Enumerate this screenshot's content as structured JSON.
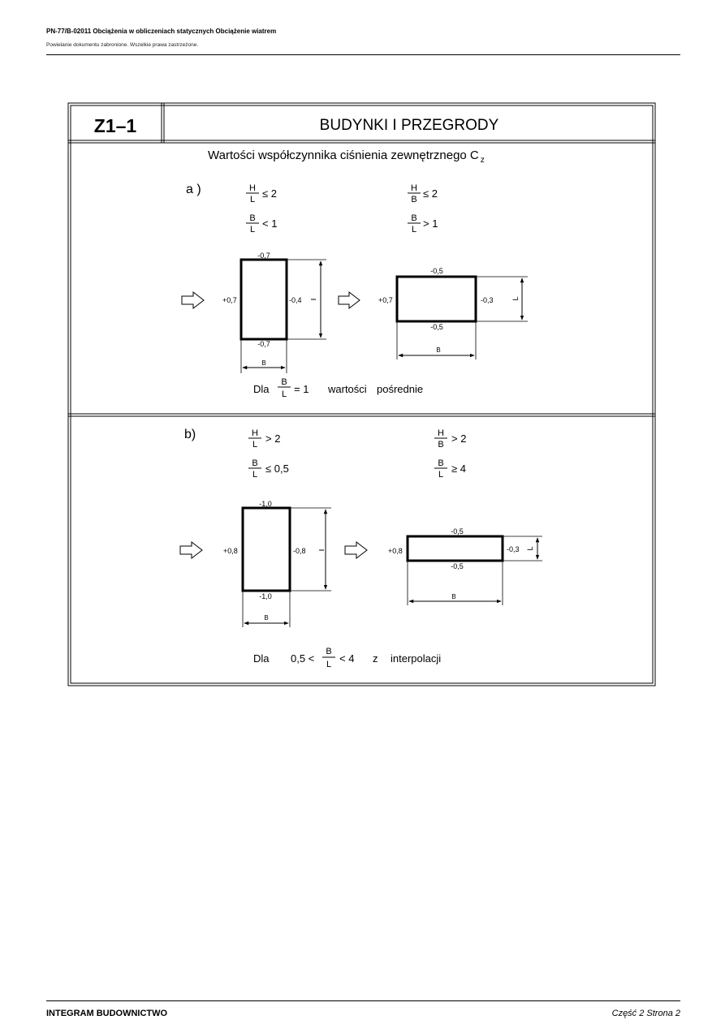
{
  "header": {
    "title": "PN-77/B-02011 Obciążenia w obliczeniach statycznych Obciążenie wiatrem",
    "subtitle": "Powielanie dokumentu zabronione. Wszelkie prawa zastrzeżone."
  },
  "table": {
    "code": "Z1–1",
    "heading": "BUDYNKI I PRZEGRODY",
    "caption_prefix": "Wartości współczynnika ciśnienia zewnętrznego C",
    "caption_subscript": "z"
  },
  "section_a": {
    "label": "a )",
    "cond_left_1": "≤ 2",
    "cond_left_2": "< 1",
    "cond_right_1": "≤ 2",
    "cond_right_2": "> 1",
    "fig1": {
      "top": "-0,7",
      "left": "+0,7",
      "right": "-0,4",
      "bottom": "-0,7",
      "dim_b": "B"
    },
    "fig2": {
      "top": "-0,5",
      "left": "+0,7",
      "right": "-0,3",
      "bottom": "-0,5",
      "dim_b": "B",
      "dim_l": "L"
    },
    "note_prefix": "Dla",
    "note_eq": "= 1",
    "note_word1": "wartości",
    "note_word2": "pośrednie"
  },
  "section_b": {
    "label": "b)",
    "cond_left_1": "> 2",
    "cond_left_2": "≤ 0,5",
    "cond_right_1": "> 2",
    "cond_right_2": "≥ 4",
    "fig1": {
      "top": "-1,0",
      "left": "+0,8",
      "right": "-0,8",
      "bottom": "-1,0",
      "dim_b": "B"
    },
    "fig2": {
      "top": "-0,5",
      "left": "+0,8",
      "right": "-0,3",
      "bottom": "-0,5",
      "dim_b": "B",
      "dim_l": "L"
    },
    "note_prefix": "Dla",
    "note_mid": "0,5 <",
    "note_after": "< 4",
    "note_z": "z",
    "note_word": "interpolacji"
  },
  "fraction_letters": {
    "h": "H",
    "l": "L",
    "b": "B"
  },
  "footer": {
    "left": "INTEGRAM BUDOWNICTWO",
    "right": "Część 2  Strona 2"
  }
}
